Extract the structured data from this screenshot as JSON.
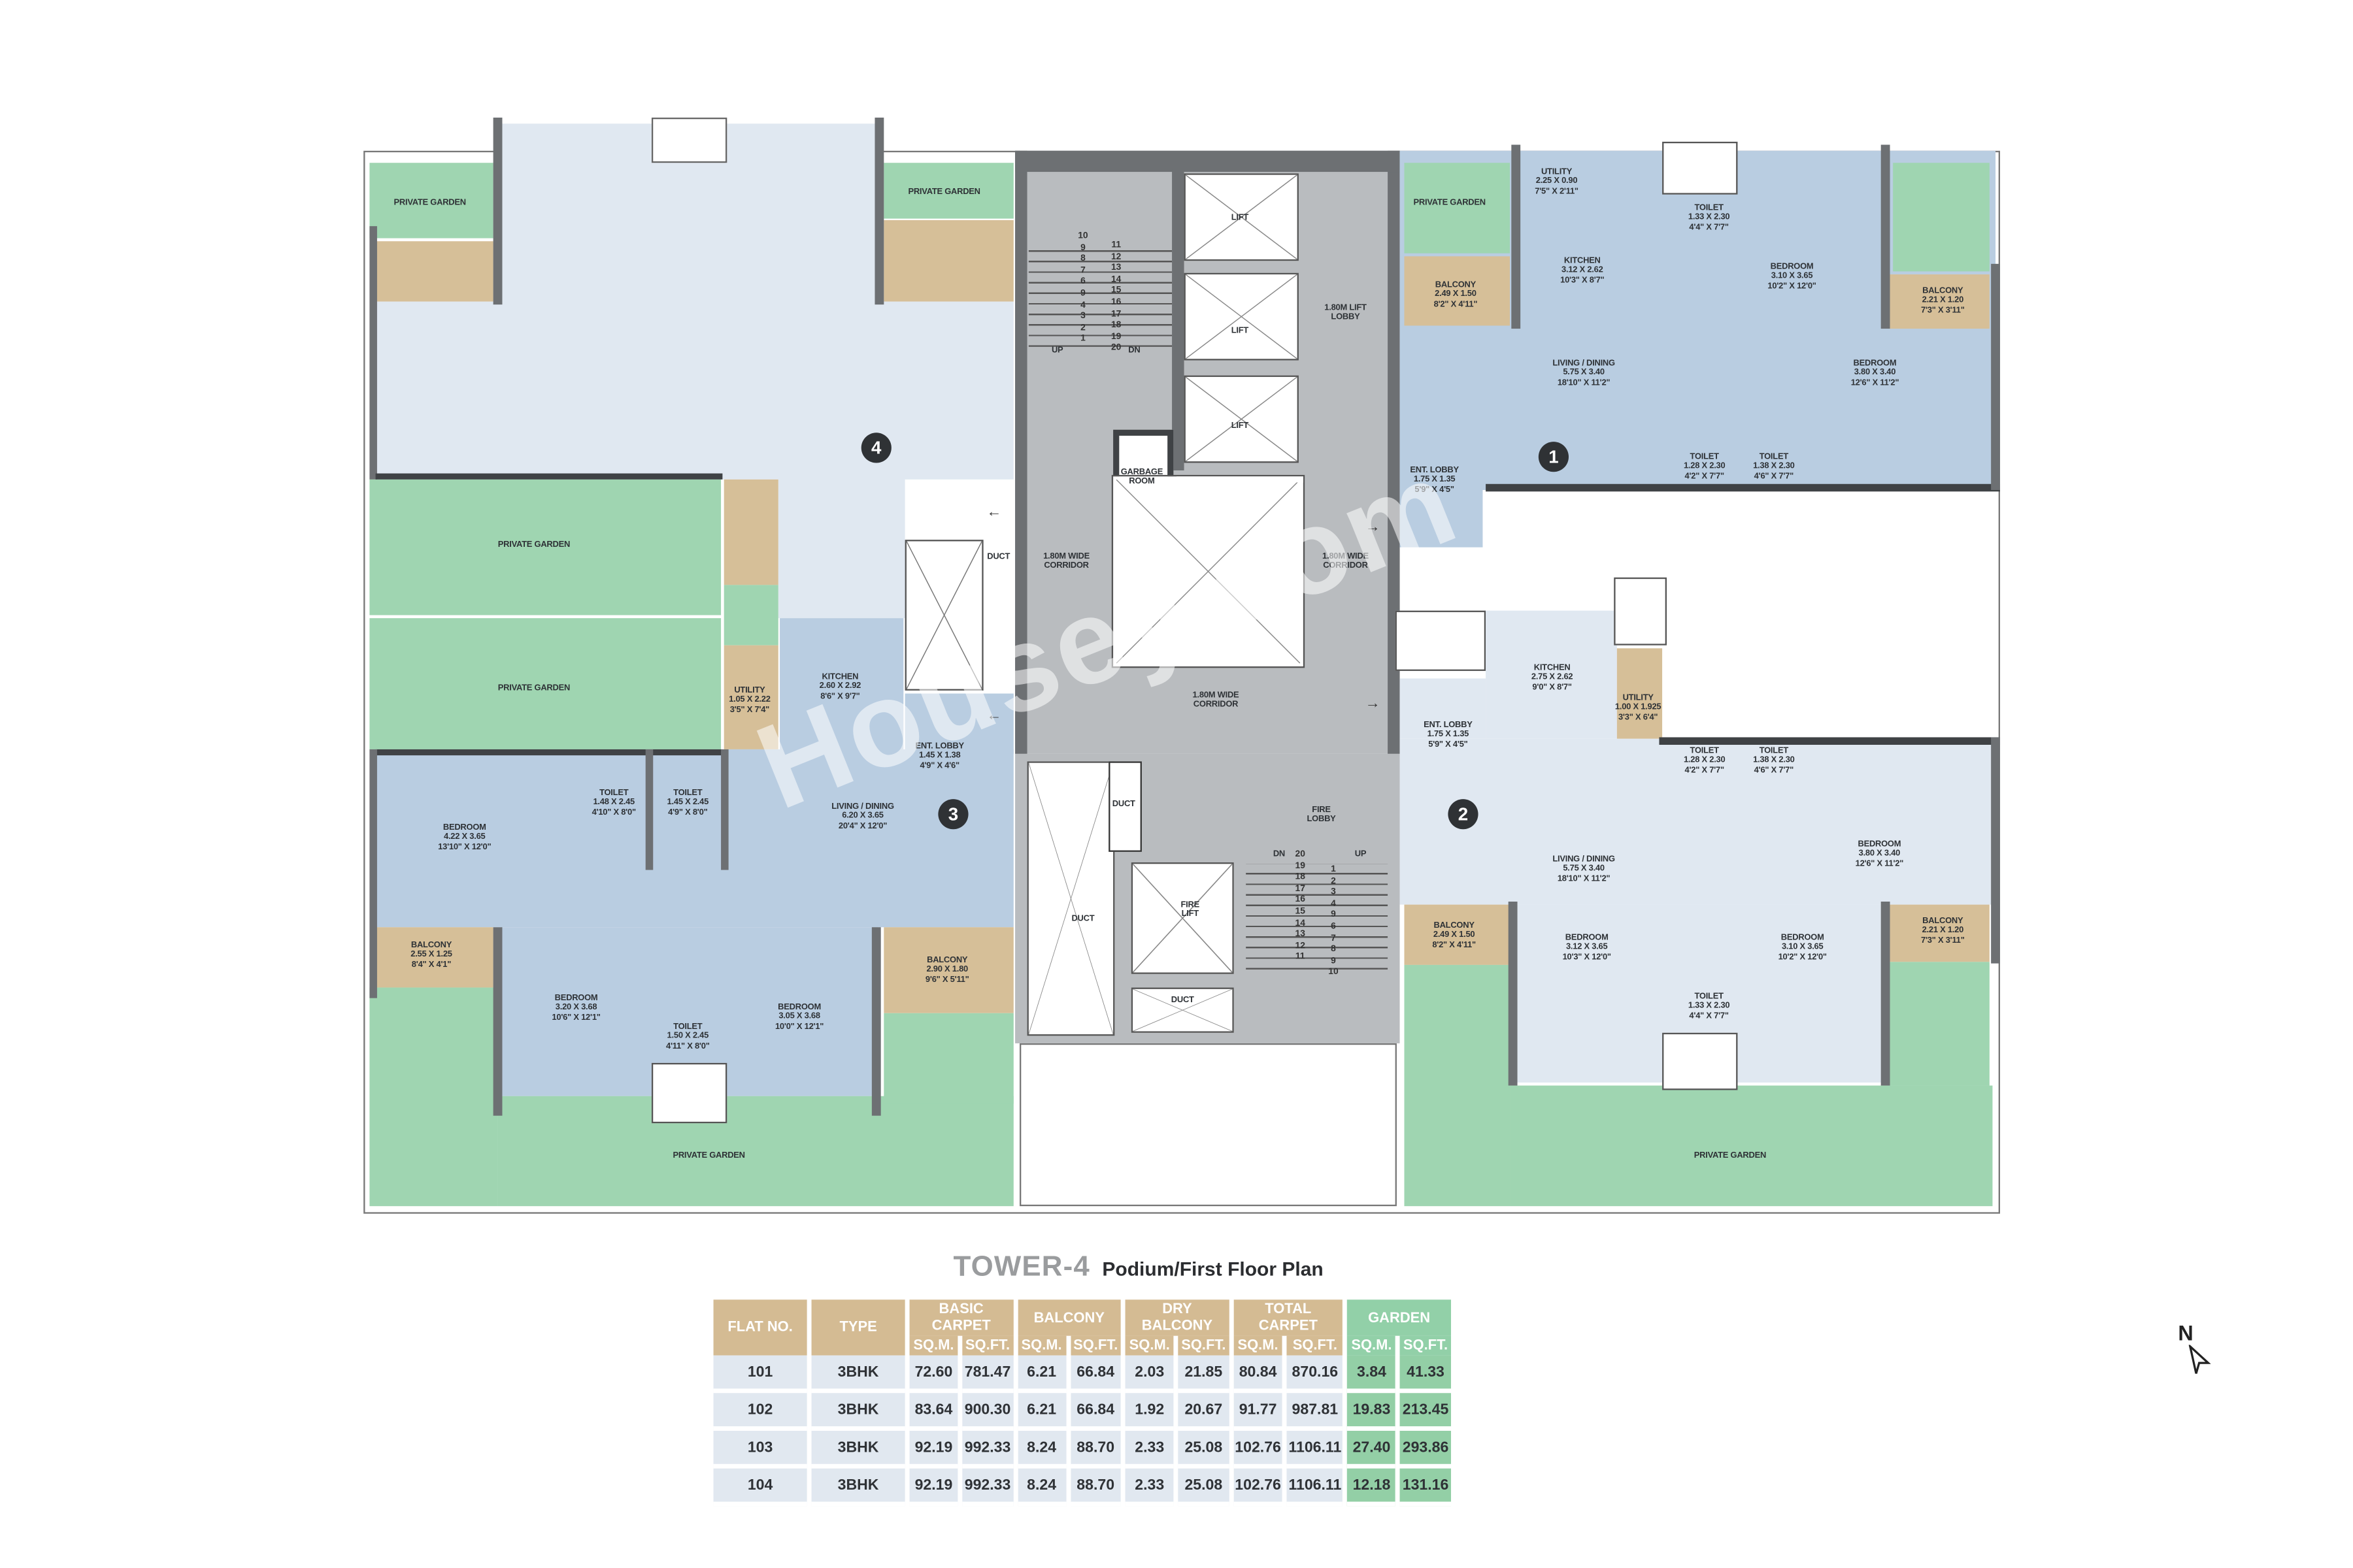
{
  "title": {
    "tower": "TOWER-4",
    "plan": "Podium/First Floor Plan"
  },
  "north_label": "N",
  "watermark": "Housey.com",
  "colors": {
    "garden": "#9fd5b1",
    "balcony": "#d6bf98",
    "flat": "#b9cde1",
    "flat_alt": "#e0e8f1",
    "common": "#b9bcbf"
  },
  "plan": {
    "badges": [
      "1",
      "2",
      "3",
      "4"
    ],
    "gardens": [
      "PRIVATE GARDEN",
      "PRIVATE GARDEN",
      "PRIVATE GARDEN",
      "PRIVATE GARDEN",
      "PRIVATE GARDEN",
      "PRIVATE GARDEN",
      "PRIVATE GARDEN"
    ],
    "flat3": [
      {
        "name": "UTILITY",
        "metric": "1.05 X 2.22",
        "imperial": "3'5\" X 7'4\""
      },
      {
        "name": "KITCHEN",
        "metric": "2.60 X 2.92",
        "imperial": "8'6\" X 9'7\""
      },
      {
        "name": "ENT. LOBBY",
        "metric": "1.45 X 1.38",
        "imperial": "4'9\" X 4'6\""
      },
      {
        "name": "LIVING / DINING",
        "metric": "6.20 X 3.65",
        "imperial": "20'4\" X 12'0\""
      },
      {
        "name": "BEDROOM",
        "metric": "4.22 X 3.65",
        "imperial": "13'10\" X 12'0\""
      },
      {
        "name": "TOILET",
        "metric": "1.48 X 2.45",
        "imperial": "4'10\" X 8'0\""
      },
      {
        "name": "TOILET",
        "metric": "1.45 X 2.45",
        "imperial": "4'9\" X 8'0\""
      },
      {
        "name": "BALCONY",
        "metric": "2.55 X 1.25",
        "imperial": "8'4\" X 4'1\""
      },
      {
        "name": "BEDROOM",
        "metric": "3.20 X 3.68",
        "imperial": "10'6\" X 12'1\""
      },
      {
        "name": "TOILET",
        "metric": "1.50 X 2.45",
        "imperial": "4'11\" X 8'0\""
      },
      {
        "name": "BEDROOM",
        "metric": "3.05 X 3.68",
        "imperial": "10'0\" X 12'1\""
      },
      {
        "name": "BALCONY",
        "metric": "2.90 X 1.80",
        "imperial": "9'6\" X 5'11\""
      }
    ],
    "flat1": [
      {
        "name": "UTILITY",
        "metric": "2.25 X 0.90",
        "imperial": "7'5\" X 2'11\""
      },
      {
        "name": "KITCHEN",
        "metric": "3.12 X 2.62",
        "imperial": "10'3\" X 8'7\""
      },
      {
        "name": "TOILET",
        "metric": "1.33 X 2.30",
        "imperial": "4'4\" X 7'7\""
      },
      {
        "name": "BEDROOM",
        "metric": "3.10 X 3.65",
        "imperial": "10'2\" X 12'0\""
      },
      {
        "name": "BALCONY",
        "metric": "2.49 X 1.50",
        "imperial": "8'2\" X 4'11\""
      },
      {
        "name": "BALCONY",
        "metric": "2.21 X 1.20",
        "imperial": "7'3\" X 3'11\""
      },
      {
        "name": "LIVING / DINING",
        "metric": "5.75 X 3.40",
        "imperial": "18'10\" X 11'2\""
      },
      {
        "name": "BEDROOM",
        "metric": "3.80 X 3.40",
        "imperial": "12'6\" X 11'2\""
      },
      {
        "name": "ENT. LOBBY",
        "metric": "1.75 X 1.35",
        "imperial": "5'9\" X 4'5\""
      },
      {
        "name": "TOILET",
        "metric": "1.28 X 2.30",
        "imperial": "4'2\" X 7'7\""
      },
      {
        "name": "TOILET",
        "metric": "1.38 X 2.30",
        "imperial": "4'6\" X 7'7\""
      }
    ],
    "flat2": [
      {
        "name": "KITCHEN",
        "metric": "2.75 X 2.62",
        "imperial": "9'0\" X 8'7\""
      },
      {
        "name": "UTILITY",
        "metric": "1.00 X 1.925",
        "imperial": "3'3\" X 6'4\""
      },
      {
        "name": "ENT. LOBBY",
        "metric": "1.75 X 1.35",
        "imperial": "5'9\" X 4'5\""
      },
      {
        "name": "TOILET",
        "metric": "1.28 X 2.30",
        "imperial": "4'2\" X 7'7\""
      },
      {
        "name": "TOILET",
        "metric": "1.38 X 2.30",
        "imperial": "4'6\" X 7'7\""
      },
      {
        "name": "LIVING / DINING",
        "metric": "5.75 X 3.40",
        "imperial": "18'10\" X 11'2\""
      },
      {
        "name": "BEDROOM",
        "metric": "3.80 X 3.40",
        "imperial": "12'6\" X 11'2\""
      },
      {
        "name": "BALCONY",
        "metric": "2.49 X 1.50",
        "imperial": "8'2\" X 4'11\""
      },
      {
        "name": "BEDROOM",
        "metric": "3.12 X 3.65",
        "imperial": "10'3\" X 12'0\""
      },
      {
        "name": "BEDROOM",
        "metric": "3.10 X 3.65",
        "imperial": "10'2\" X 12'0\""
      },
      {
        "name": "BALCONY",
        "metric": "2.21 X 1.20",
        "imperial": "7'3\" X 3'11\""
      },
      {
        "name": "TOILET",
        "metric": "1.33 X 2.30",
        "imperial": "4'4\" X 7'7\""
      }
    ],
    "core": {
      "lifts": [
        "LIFT",
        "LIFT",
        "LIFT"
      ],
      "lift_lobby": [
        "1.80M LIFT",
        "LOBBY"
      ],
      "garbage": [
        "GARBAGE",
        "ROOM"
      ],
      "corridors": [
        [
          "1.80M WIDE",
          "CORRIDOR"
        ],
        [
          "1.80M WIDE",
          "CORRIDOR"
        ],
        [
          "1.80M WIDE",
          "CORRIDOR"
        ]
      ],
      "ducts": [
        "DUCT",
        "DUCT",
        "DUCT",
        "DUCT"
      ],
      "fire_lift": [
        "FIRE",
        "LIFT"
      ],
      "fire_lobby": [
        "FIRE",
        "LOBBY"
      ],
      "stair_up": "UP",
      "stair_dn": "DN",
      "stair1_left": [
        "10",
        "9",
        "8",
        "7",
        "6",
        "9",
        "4",
        "3",
        "2",
        "1"
      ],
      "stair1_right": [
        "11",
        "12",
        "13",
        "14",
        "15",
        "16",
        "17",
        "18",
        "19",
        "20"
      ],
      "stair2_left": [
        "20",
        "19",
        "18",
        "17",
        "16",
        "15",
        "14",
        "13",
        "12",
        "11"
      ],
      "stair2_right": [
        "1",
        "2",
        "3",
        "4",
        "9",
        "6",
        "7",
        "8",
        "9",
        "10"
      ]
    }
  },
  "table": {
    "headers": {
      "flat_no": "FLAT NO.",
      "type": "TYPE",
      "basic_carpet": "BASIC CARPET",
      "balcony": "BALCONY",
      "dry_balcony": "DRY BALCONY",
      "total_carpet": "TOTAL CARPET",
      "garden": "GARDEN",
      "sqm": "SQ.M.",
      "sqft": "SQ.FT."
    },
    "rows": [
      [
        "101",
        "3BHK",
        "72.60",
        "781.47",
        "6.21",
        "66.84",
        "2.03",
        "21.85",
        "80.84",
        "870.16",
        "3.84",
        "41.33"
      ],
      [
        "102",
        "3BHK",
        "83.64",
        "900.30",
        "6.21",
        "66.84",
        "1.92",
        "20.67",
        "91.77",
        "987.81",
        "19.83",
        "213.45"
      ],
      [
        "103",
        "3BHK",
        "92.19",
        "992.33",
        "8.24",
        "88.70",
        "2.33",
        "25.08",
        "102.76",
        "1106.11",
        "27.40",
        "293.86"
      ],
      [
        "104",
        "3BHK",
        "92.19",
        "992.33",
        "8.24",
        "88.70",
        "2.33",
        "25.08",
        "102.76",
        "1106.11",
        "12.18",
        "131.16"
      ]
    ]
  }
}
